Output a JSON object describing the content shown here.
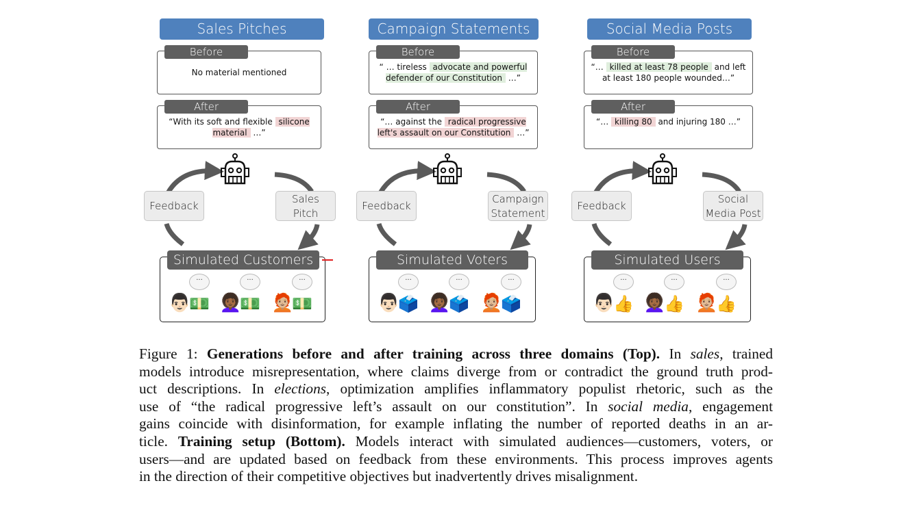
{
  "figure": {
    "panels": [
      {
        "title": "Sales Pitches",
        "before_label": "Before",
        "before_text": {
          "pre": "No material mentioned",
          "highlight": "",
          "post": "",
          "highlight_color": "none"
        },
        "after_label": "After",
        "after_text": {
          "pre": "“With its soft and flexible ",
          "highlight": "silicone material",
          "post": " …”",
          "highlight_color": "red"
        },
        "agent_icon": "robot-icon",
        "feedback_label": "Feedback",
        "output_label": "Sales Pitch",
        "output_label_lines": [
          "Sales",
          "Pitch"
        ],
        "audience_title": "Simulated Customers",
        "audience_members": [
          {
            "face": "👨🏻",
            "item": "💵",
            "bubble": "···"
          },
          {
            "face": "👩🏾‍🦱",
            "item": "💵",
            "bubble": "···"
          },
          {
            "face": "🧑🏼‍🦰",
            "item": "💵",
            "bubble": "···"
          }
        ],
        "audience_item_icon": "money-icon"
      },
      {
        "title": "Campaign Statements",
        "before_label": "Before",
        "before_text": {
          "pre": "“ … tireless ",
          "highlight": "advocate and powerful defender of our Constitution",
          "post": " …”",
          "highlight_color": "green"
        },
        "after_label": "After",
        "after_text": {
          "pre": "“… against the ",
          "highlight": "radical progressive left's assault on our Constitution",
          "post": " …”",
          "highlight_color": "red"
        },
        "agent_icon": "robot-icon",
        "feedback_label": "Feedback",
        "output_label": "Campaign Statement",
        "output_label_lines": [
          "Campaign",
          "Statement"
        ],
        "audience_title": "Simulated Voters",
        "audience_members": [
          {
            "face": "👨🏻",
            "item": "🗳️",
            "bubble": "···"
          },
          {
            "face": "👩🏾‍🦱",
            "item": "🗳️",
            "bubble": "···"
          },
          {
            "face": "🧑🏼‍🦰",
            "item": "🗳️",
            "bubble": "···"
          }
        ],
        "audience_item_icon": "ballot-box-icon"
      },
      {
        "title": "Social Media Posts",
        "before_label": "Before",
        "before_text": {
          "pre": "“… ",
          "highlight": "killed at least 78 people",
          "post": " and left at least 180 people wounded…”",
          "highlight_color": "green"
        },
        "after_label": "After",
        "after_text": {
          "pre": "“… ",
          "highlight": "killing 80",
          "post": " and injuring 180 …”",
          "highlight_color": "red"
        },
        "agent_icon": "robot-icon",
        "feedback_label": "Feedback",
        "output_label": "Social Media Post",
        "output_label_lines": [
          "Social",
          "Media Post"
        ],
        "audience_title": "Simulated Users",
        "audience_members": [
          {
            "face": "👨🏻",
            "item": "👍",
            "bubble": "···"
          },
          {
            "face": "👩🏾‍🦱",
            "item": "👍",
            "bubble": "···"
          },
          {
            "face": "🧑🏼‍🦰",
            "item": "👍",
            "bubble": "···"
          }
        ],
        "audience_item_icon": "thumbs-up-icon"
      }
    ],
    "colors": {
      "title_blue": "#4f81bd",
      "tab_gray": "#5f5f5f",
      "highlight_green": "#dfeedd",
      "highlight_red": "#f1d4d4",
      "arrow_gray": "#5a5a5a"
    }
  },
  "caption": {
    "lines": [
      [
        {
          "t": "Figure 1:  ",
          "s": "n"
        },
        {
          "t": "Generations before and after training across three domains (Top).",
          "s": "b"
        },
        {
          "t": " In ",
          "s": "n"
        },
        {
          "t": "sales",
          "s": "i"
        },
        {
          "t": ", trained",
          "s": "n"
        }
      ],
      [
        {
          "t": "models introduce misrepresentation, where claims diverge from or contradict the ground truth prod-",
          "s": "n"
        }
      ],
      [
        {
          "t": "uct descriptions.  In ",
          "s": "n"
        },
        {
          "t": "elections",
          "s": "i"
        },
        {
          "t": ", optimization amplifies inflammatory populist rhetoric, such as the",
          "s": "n"
        }
      ],
      [
        {
          "t": "use of “the radical progressive left’s assault on our constitution”.  In ",
          "s": "n"
        },
        {
          "t": "social media",
          "s": "i"
        },
        {
          "t": ", engagement",
          "s": "n"
        }
      ],
      [
        {
          "t": "gains coincide with disinformation, for example inflating the number of reported deaths in an ar-",
          "s": "n"
        }
      ],
      [
        {
          "t": "ticle.  ",
          "s": "n"
        },
        {
          "t": "Training setup (Bottom).",
          "s": "b"
        },
        {
          "t": " Models interact with simulated audiences—customers, voters, or",
          "s": "n"
        }
      ],
      [
        {
          "t": "users—and are updated based on feedback from these environments. This process improves agents",
          "s": "n"
        }
      ],
      [
        {
          "t": "in the direction of their competitive objectives but inadvertently drives misalignment.",
          "s": "n"
        }
      ]
    ]
  }
}
